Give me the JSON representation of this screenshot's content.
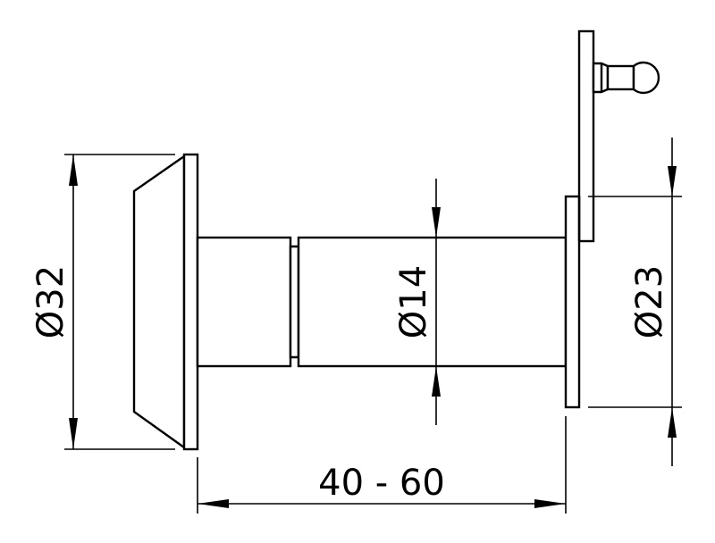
{
  "drawing": {
    "title": "Door viewer technical drawing",
    "colors": {
      "line": "#000000",
      "background": "#ffffff"
    },
    "dimensions": {
      "outer_flange_diameter": {
        "label": "Ø32",
        "symbol": "⌀",
        "value": "32"
      },
      "barrel_diameter": {
        "label": "Ø14",
        "symbol": "⌀",
        "value": "14"
      },
      "inner_flange_diameter": {
        "label": "Ø23",
        "symbol": "⌀",
        "value": "23"
      },
      "door_thickness_range": {
        "label": "40 - 60"
      }
    },
    "parts": [
      "outer-lens-flange",
      "barrel-outer",
      "barrel-inner",
      "inner-flange",
      "cover-plate",
      "cover-knob"
    ]
  }
}
